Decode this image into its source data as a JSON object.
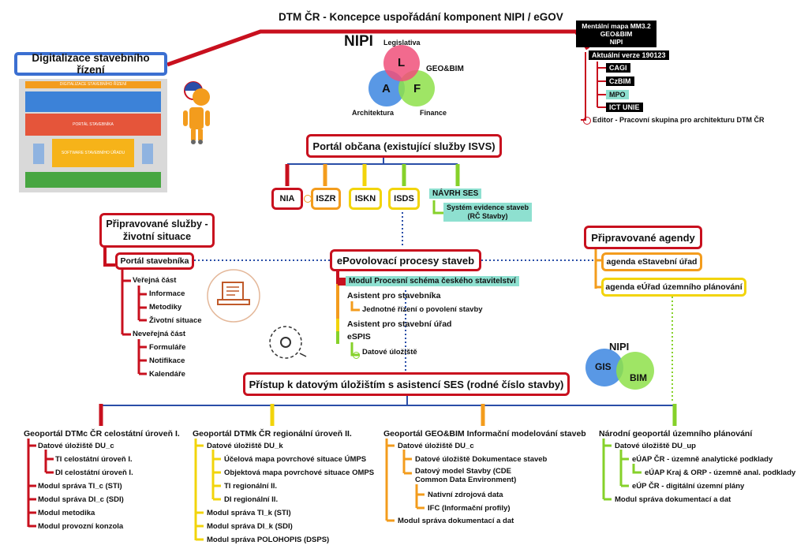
{
  "title": "DTM ČR - Koncepce uspořádání komponent NIPI / eGOV",
  "colors": {
    "red": "#c8101e",
    "orange": "#f39c1d",
    "yellow": "#f2d40b",
    "green": "#86d12a",
    "blue": "#2a4ea8",
    "teal": "#8ee0d0"
  },
  "left_box": "Digitalizace stavebního řízení",
  "thumbnail": {
    "header": "DIGITALIZACE STAVEBNÍHO ŘÍZENÍ",
    "portal": "PORTÁL STAVEBNÍKA",
    "software": "SOFTWARE STAVEBNÍHO ÚŘADU"
  },
  "nipi_venn": {
    "title": "NIPI",
    "legislativa": "Legislativa",
    "geobim": "GEO&BIM",
    "architektura": "Architektura",
    "finance": "Finance",
    "L": "L",
    "A": "A",
    "F": "F"
  },
  "mental_map": {
    "header": "Mentální mapa MM3.2\nGEO&BIM\nNIPI",
    "version": "Aktuální verze 190123",
    "items": [
      "CAGI",
      "CzBIM",
      "MPO",
      "ICT UNIE"
    ],
    "editor": "Editor - Pracovní skupina pro architekturu DTM ČR"
  },
  "portal_obcana": "Portál občana (existující služby ISVS)",
  "services": [
    "NIA",
    "ISZR",
    "ISKN",
    "ISDS"
  ],
  "navrh_ses": "NÁVRH SES",
  "system_evidence": "Systém evidence staveb\n(RČ Stavby)",
  "pripravovane_sluzby": "Připravované služby -\nživotní situace",
  "portal_stavebnika": "Portál stavebníka",
  "portal_tree": [
    "Veřejná část",
    "Informace",
    "Metodiky",
    "Životní situace",
    "Neveřejná část",
    "Formuláře",
    "Notifikace",
    "Kalendáře"
  ],
  "epovolovaci": "ePovolovací procesy staveb",
  "epov_tree": [
    "Modul Procesní schéma českého stavitelství",
    "Asistent pro stavebníka",
    "Jednotné řízení o povolení stavby",
    "Asistent pro stavební úřad",
    "eSPIS",
    "Datové úložiště"
  ],
  "pripravovane_agendy": "Připravované agendy",
  "agendy": [
    "agenda eStavební úřad",
    "agenda eÚřad územního plánování"
  ],
  "nipi2": {
    "title": "NIPI",
    "gis": "GIS",
    "bim": "BIM"
  },
  "pristup": "Přístup k datovým úložištím s asistencí SES (rodné číslo stavby)",
  "columns": [
    {
      "title": "Geoportál DTMc ČR celostátní úroveň I.",
      "items": [
        "Datové úložiště DU_c",
        "TI celostátní úroveň  I.",
        "DI celostátní úroveň  I.",
        "Modul správa TI_c (STI)",
        "Modul správa DI_c (SDI)",
        "Modul metodika",
        "Modul provozní konzola"
      ]
    },
    {
      "title": "Geoportál DTMk ČR regionální úroveň II.",
      "items": [
        "Datové úložiště DU_k",
        "Účelová mapa povrchové situace ÚMPS",
        "Objektová mapa povrchové situace OMPS",
        "TI regionální II.",
        "DI regionální II.",
        "Modul správa TI_k (STI)",
        "Modul správa DI_k (SDI)",
        "Modul správa POLOHOPIS (DSPS)"
      ]
    },
    {
      "title": "Geoportál GEO&BIM Informační modelování staveb",
      "items": [
        "Datové úložiště DU_c",
        "Datové úložiště Dokumentace staveb",
        "Datový model Stavby (CDE\nCommon Data Environment)",
        "Nativní zdrojová data",
        "IFC (Informační profily)",
        "Modul správa dokumentací a dat"
      ]
    },
    {
      "title": "Národní geoportál územního plánování",
      "items": [
        "Datové úložiště DU_up",
        "eÚAP ČR - územně analytické podklady",
        "eÚAP Kraj & ORP - územně anal. podklady",
        "eÚP ČR - digitální územní plány",
        "Modul správa dokumentací a dat"
      ]
    }
  ]
}
